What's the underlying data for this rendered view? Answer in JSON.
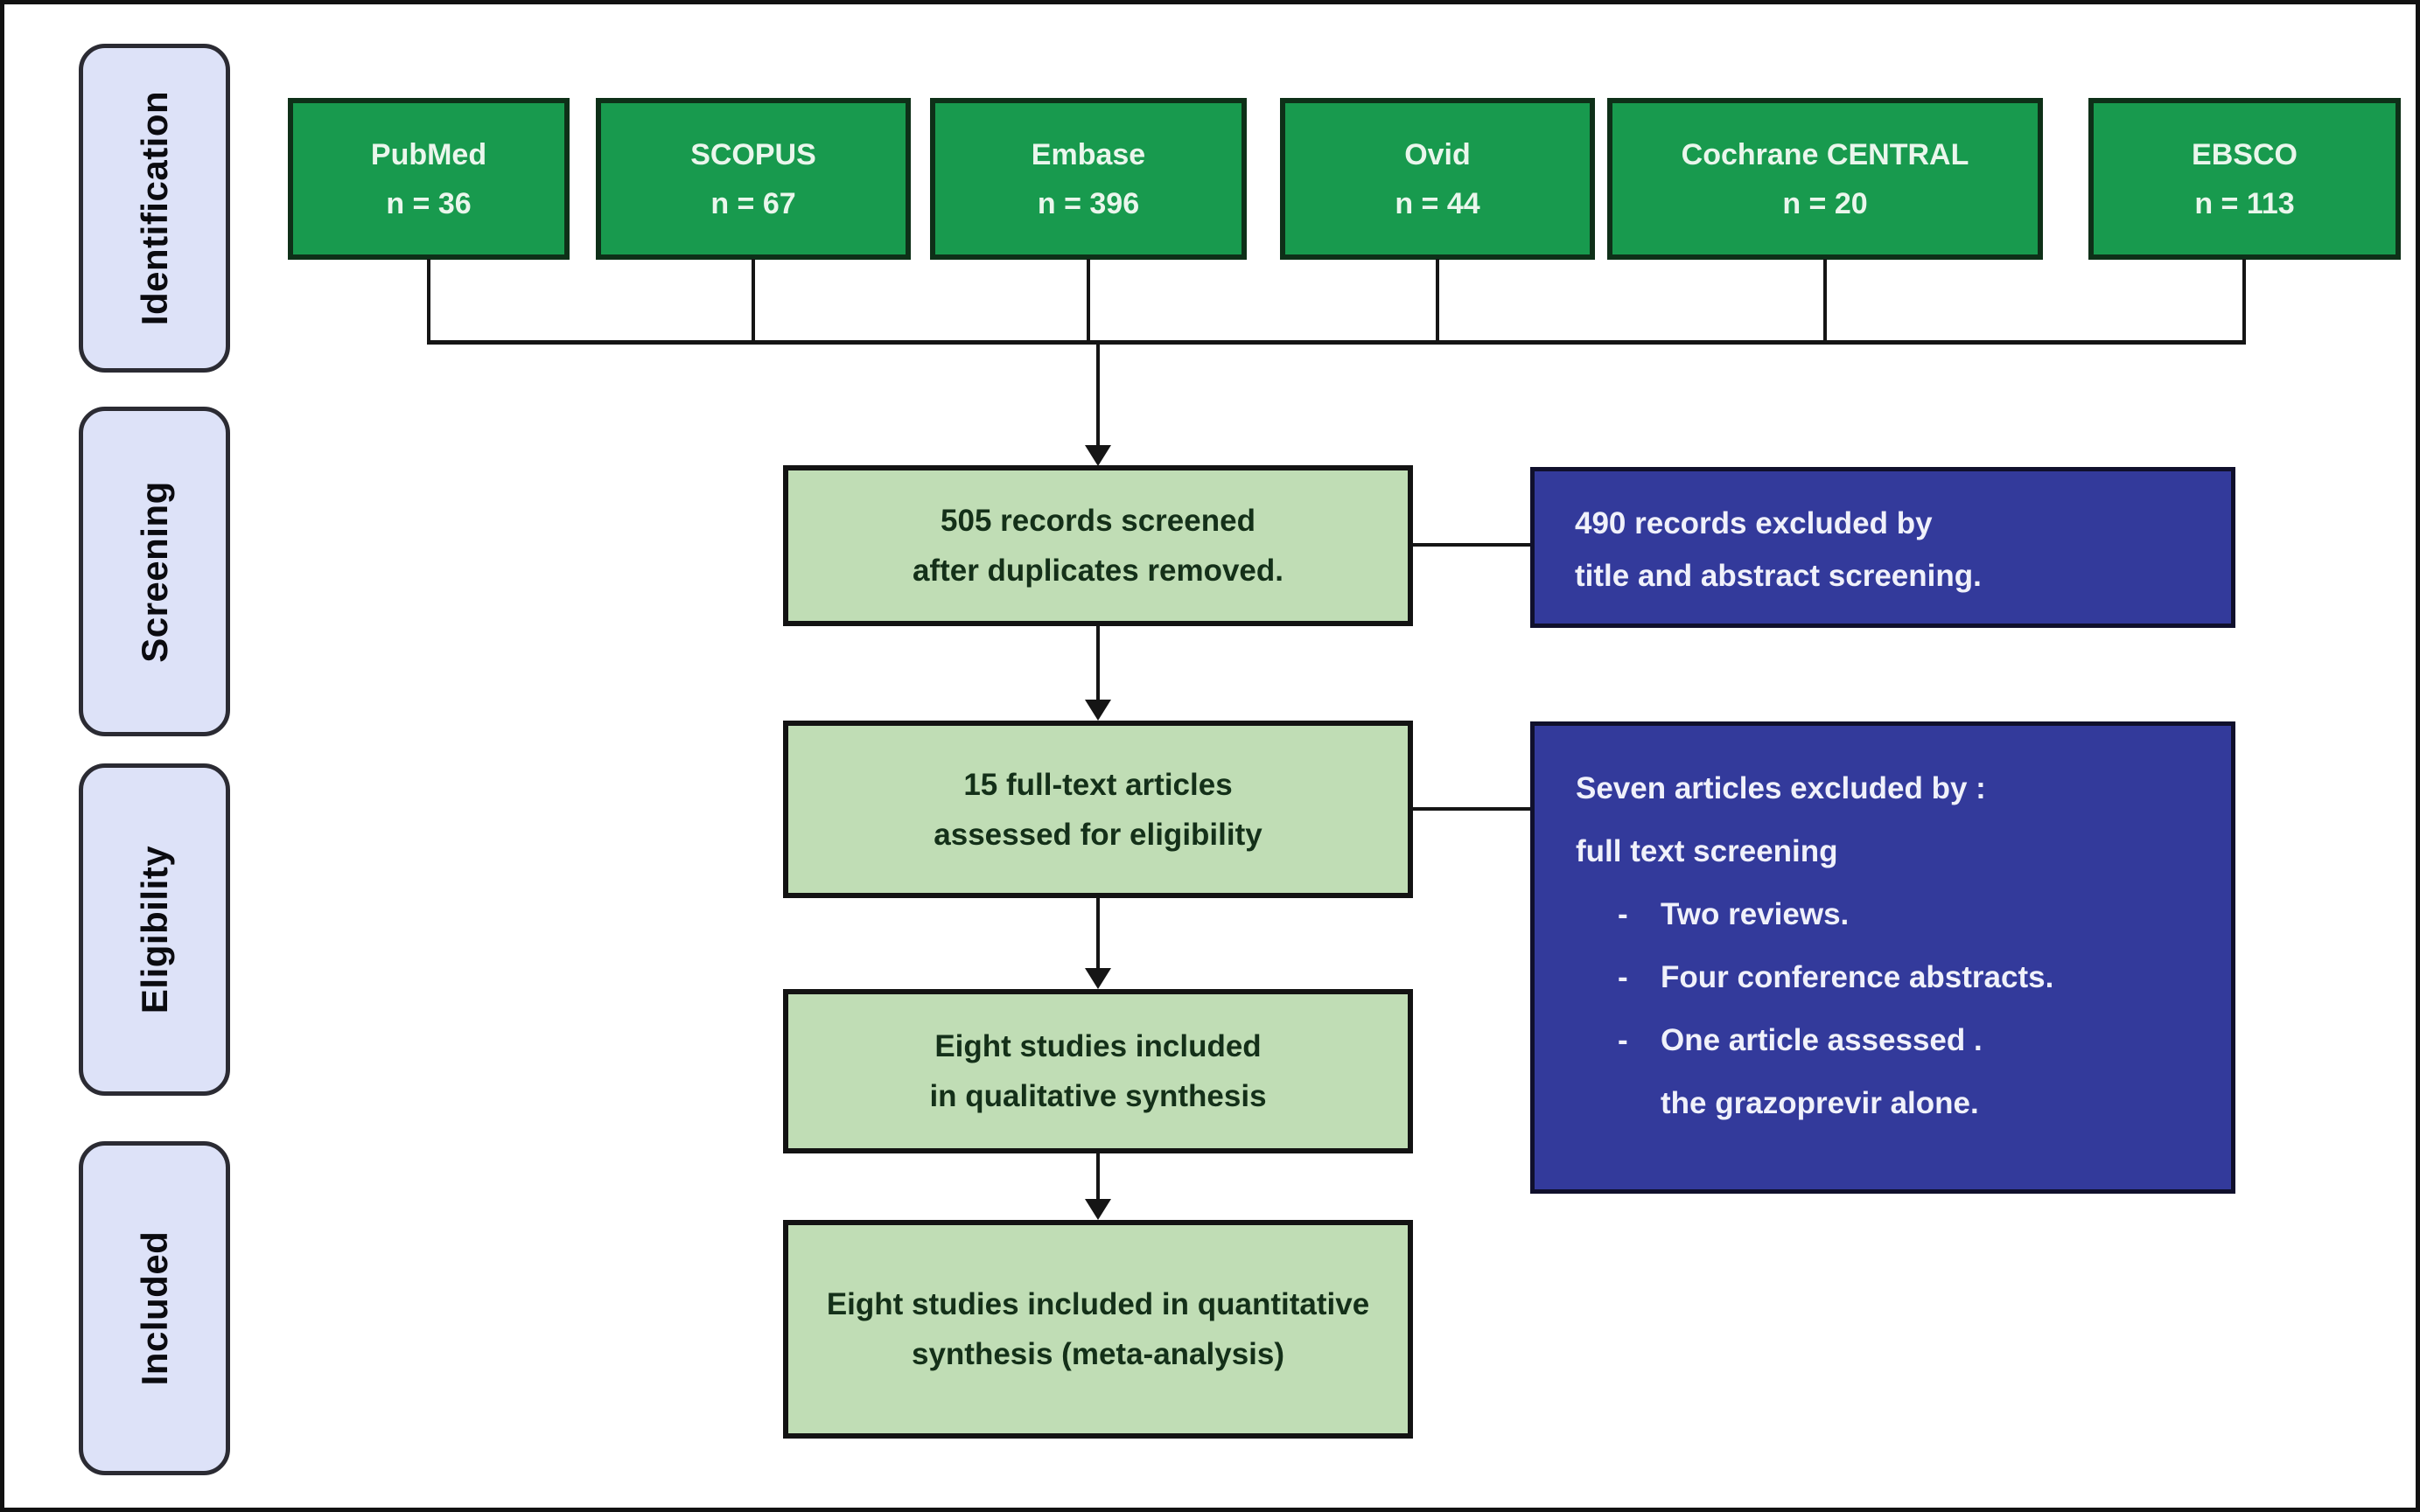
{
  "palette": {
    "source_box_green": "#189a4e",
    "flow_box_light_green": "#c0ddb5",
    "exclusion_box_blue": "#333a9b",
    "stage_box_lavender": "#dde2f8",
    "connector_black": "#151515"
  },
  "stages": [
    {
      "label": "Identification"
    },
    {
      "label": "Screening"
    },
    {
      "label": "Eligibility"
    },
    {
      "label": "Included"
    }
  ],
  "sources": [
    {
      "name": "PubMed",
      "count": "n = 36"
    },
    {
      "name": "SCOPUS",
      "count": "n = 67"
    },
    {
      "name": "Embase",
      "count": "n = 396"
    },
    {
      "name": "Ovid",
      "count": "n = 44"
    },
    {
      "name": "Cochrane CENTRAL",
      "count": "n = 20"
    },
    {
      "name": "EBSCO",
      "count": "n = 113"
    }
  ],
  "flow": {
    "screened": {
      "line1": "505 records screened",
      "line2": "after duplicates removed."
    },
    "full_text": {
      "line1": "15 full-text articles",
      "line2": "assessed for eligibility"
    },
    "qualitative": {
      "line1": "Eight studies included",
      "line2": "in qualitative synthesis"
    },
    "quantitative": {
      "line1": "Eight studies included in quantitative",
      "line2": "synthesis (meta-analysis)"
    }
  },
  "exclusions": {
    "title_abstract": {
      "line1": "490 records excluded by",
      "line2": "title and abstract screening."
    },
    "full_text": {
      "line1": "Seven articles excluded by :",
      "line2": "full text screening",
      "bullets": [
        {
          "marker": "-",
          "text": "Two reviews."
        },
        {
          "marker": "-",
          "text": "Four conference abstracts."
        },
        {
          "marker": "-",
          "text": "One article assessed ."
        },
        {
          "marker": "",
          "text": "the grazoprevir alone."
        }
      ]
    }
  }
}
